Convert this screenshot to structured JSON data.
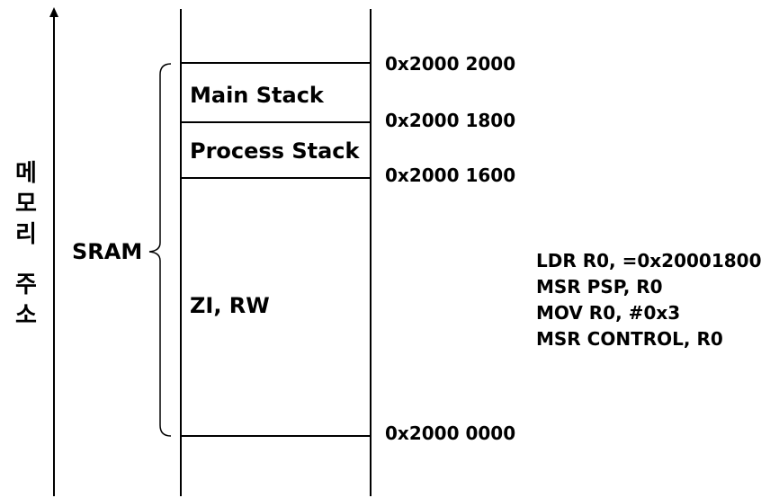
{
  "axis_label": [
    "메",
    "모",
    "리",
    "주",
    "소"
  ],
  "sram_label": "SRAM",
  "regions": {
    "main_stack": "Main Stack",
    "process_stack": "Process Stack",
    "zi_rw": "ZI, RW"
  },
  "addresses": {
    "top": "0x2000  2000",
    "main_process_boundary": "0x2000  1800",
    "process_zirw_boundary": "0x2000  1600",
    "bottom": "0x2000  0000"
  },
  "code_lines": [
    "LDR R0,  =0x20001800",
    "MSR PSP, R0",
    "MOV R0, #0x3",
    "MSR CONTROL, R0"
  ]
}
